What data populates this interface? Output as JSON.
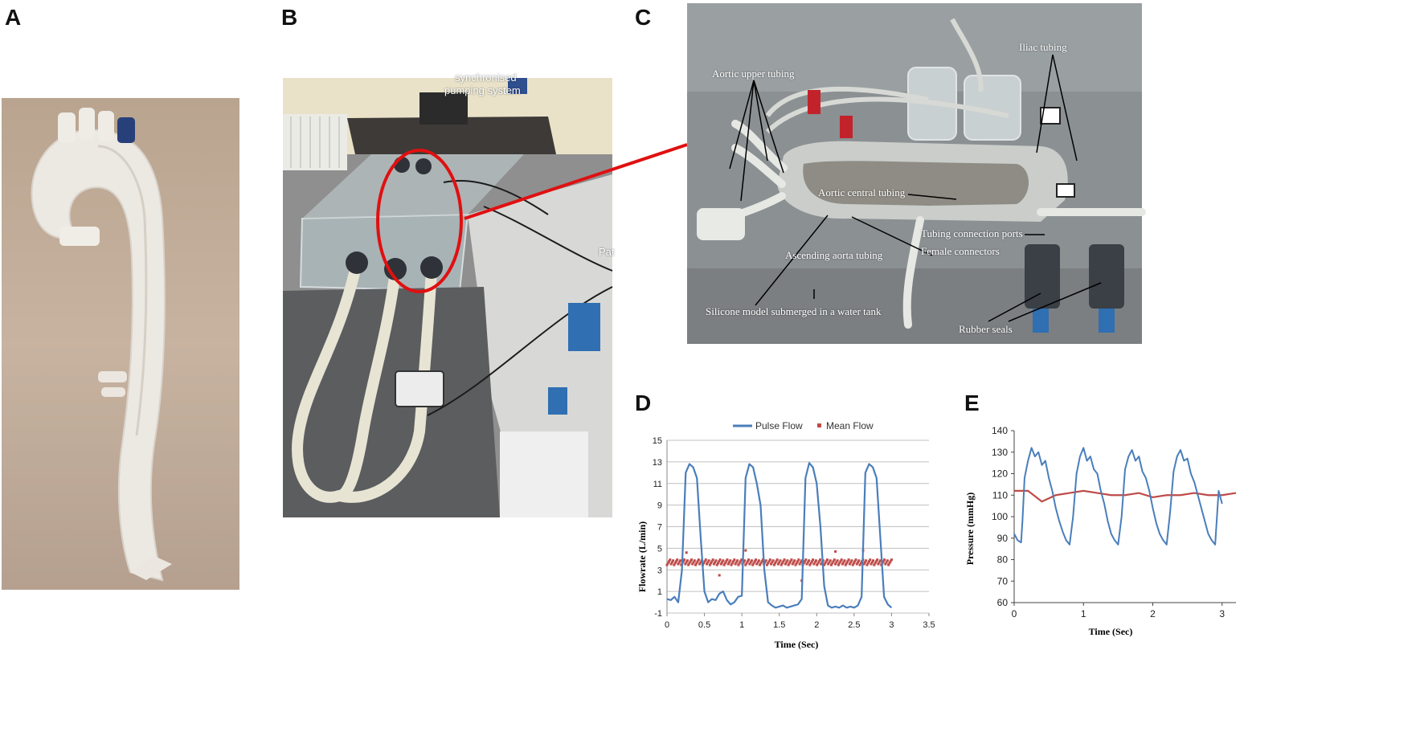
{
  "panels": {
    "a": {
      "letter": "A"
    },
    "b": {
      "letter": "B",
      "caption_top": "synchronised",
      "caption_bottom": "pumping system",
      "caption_right": "Pat"
    },
    "c": {
      "letter": "C",
      "labels": {
        "aortic_upper_tubing": "Aortic upper tubing",
        "iliac_tubing": "Iliac tubing",
        "aortic_central_tubing": "Aortic central tubing",
        "tubing_connection_ports": "Tubing connection ports",
        "female_connectors": "Female connectors",
        "ascending_aorta_tubing": "Ascending aorta tubing",
        "silicone_model": "Silicone model submerged in a water tank",
        "rubber_seals": "Rubber seals"
      }
    },
    "d": {
      "letter": "D"
    },
    "e": {
      "letter": "E"
    }
  },
  "colors": {
    "pulse": "#4a7ebb",
    "mean": "#be4b48",
    "grid": "#c0c0c0",
    "annotation": "#e01010"
  },
  "chart_data": [
    {
      "id": "D",
      "type": "line",
      "xlabel": "Time (Sec)",
      "ylabel": "Flowrate (L/min)",
      "xlim": [
        0,
        3.5
      ],
      "ylim": [
        -1,
        15
      ],
      "xticks": [
        "0",
        "0.5",
        "1",
        "1.5",
        "2",
        "2.5",
        "3",
        "3.5"
      ],
      "yticks": [
        "-1",
        "1",
        "3",
        "5",
        "7",
        "9",
        "11",
        "13",
        "15"
      ],
      "grid": "horizontal",
      "legend_position": "top",
      "series": [
        {
          "name": "Pulse Flow",
          "kind": "line",
          "color": "#4a7ebb",
          "x": [
            0,
            0.05,
            0.1,
            0.15,
            0.2,
            0.25,
            0.3,
            0.35,
            0.4,
            0.45,
            0.5,
            0.55,
            0.6,
            0.65,
            0.7,
            0.75,
            0.8,
            0.85,
            0.9,
            0.95,
            1.0,
            1.05,
            1.1,
            1.15,
            1.2,
            1.25,
            1.3,
            1.35,
            1.4,
            1.45,
            1.5,
            1.55,
            1.6,
            1.65,
            1.7,
            1.75,
            1.8,
            1.85,
            1.9,
            1.95,
            2.0,
            2.05,
            2.1,
            2.15,
            2.2,
            2.25,
            2.3,
            2.35,
            2.4,
            2.45,
            2.5,
            2.55,
            2.6,
            2.65,
            2.7,
            2.75,
            2.8,
            2.85,
            2.9,
            2.95,
            3.0
          ],
          "y": [
            0.3,
            0.2,
            0.5,
            0.0,
            3.0,
            12.0,
            12.8,
            12.5,
            11.5,
            6.0,
            1.0,
            0.0,
            0.3,
            0.2,
            0.8,
            1.0,
            0.2,
            -0.2,
            0.0,
            0.5,
            0.6,
            11.5,
            12.8,
            12.5,
            11.0,
            9.0,
            3.0,
            0.0,
            -0.3,
            -0.5,
            -0.4,
            -0.3,
            -0.5,
            -0.4,
            -0.3,
            -0.2,
            0.3,
            11.5,
            12.9,
            12.5,
            11.0,
            7.0,
            1.5,
            -0.3,
            -0.5,
            -0.4,
            -0.5,
            -0.3,
            -0.5,
            -0.4,
            -0.5,
            -0.3,
            0.5,
            12.0,
            12.8,
            12.5,
            11.5,
            6.0,
            0.5,
            -0.2,
            -0.5
          ]
        },
        {
          "name": "Mean Flow",
          "kind": "scatter",
          "color": "#be4b48",
          "y_const": 3.7,
          "x_range": [
            0,
            3.0
          ],
          "outliers": [
            [
              0.26,
              4.6
            ],
            [
              0.7,
              2.5
            ],
            [
              1.05,
              4.8
            ],
            [
              1.8,
              2.0
            ],
            [
              2.25,
              4.7
            ],
            [
              2.62,
              4.8
            ]
          ]
        }
      ]
    },
    {
      "id": "E",
      "type": "line",
      "xlabel": "Time (Sec)",
      "ylabel": "Pressure (mmHg)",
      "xlim": [
        0,
        3.2
      ],
      "ylim": [
        60,
        140
      ],
      "xticks": [
        "0",
        "1",
        "2",
        "3"
      ],
      "yticks": [
        "60",
        "70",
        "80",
        "90",
        "100",
        "110",
        "120",
        "130",
        "140"
      ],
      "grid": "none",
      "series": [
        {
          "name": "",
          "color": "#4a7ebb",
          "x": [
            0,
            0.05,
            0.1,
            0.12,
            0.15,
            0.2,
            0.25,
            0.3,
            0.35,
            0.4,
            0.45,
            0.5,
            0.55,
            0.6,
            0.65,
            0.7,
            0.75,
            0.8,
            0.85,
            0.9,
            0.95,
            1.0,
            1.05,
            1.1,
            1.15,
            1.2,
            1.25,
            1.3,
            1.35,
            1.4,
            1.45,
            1.5,
            1.55,
            1.6,
            1.65,
            1.7,
            1.75,
            1.8,
            1.85,
            1.9,
            1.95,
            2.0,
            2.05,
            2.1,
            2.15,
            2.2,
            2.25,
            2.3,
            2.35,
            2.4,
            2.45,
            2.5,
            2.55,
            2.6,
            2.65,
            2.7,
            2.75,
            2.8,
            2.85,
            2.9,
            2.95,
            3.0
          ],
          "y": [
            92,
            89,
            88,
            98,
            118,
            126,
            132,
            128,
            130,
            124,
            126,
            118,
            112,
            104,
            98,
            93,
            89,
            87,
            100,
            120,
            128,
            132,
            126,
            128,
            122,
            120,
            112,
            106,
            98,
            92,
            89,
            87,
            100,
            122,
            128,
            131,
            126,
            128,
            121,
            118,
            112,
            104,
            97,
            92,
            89,
            87,
            102,
            121,
            128,
            131,
            126,
            127,
            120,
            116,
            110,
            104,
            98,
            92,
            89,
            87,
            112,
            106
          ]
        },
        {
          "name": "",
          "color": "#be4b48",
          "x": [
            0,
            0.2,
            0.4,
            0.6,
            0.8,
            1.0,
            1.2,
            1.4,
            1.6,
            1.8,
            2.0,
            2.2,
            2.4,
            2.6,
            2.8,
            3.0,
            3.2
          ],
          "y": [
            112,
            112,
            107,
            110,
            111,
            112,
            111,
            110,
            110,
            111,
            109,
            110,
            110,
            111,
            110,
            110,
            111
          ]
        }
      ]
    }
  ]
}
